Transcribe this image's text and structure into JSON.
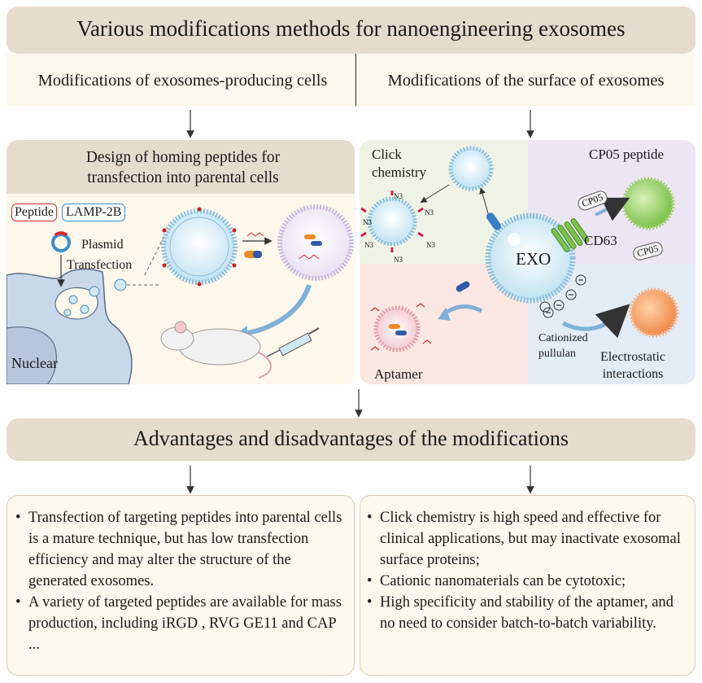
{
  "title": "Various modifications methods for nanoengineering exosomes",
  "left_heading": "Modifications of exosomes-producing cells",
  "right_heading": "Modifications of the surface of exosomes",
  "left_panel": {
    "header": "Design of homing peptides for transfection into parental cells",
    "peptide_tag": "Peptide",
    "lamp_tag": "LAMP-2B",
    "plasmid_label": "Plasmid",
    "transfection_label": "Transfection",
    "nuclear_label": "Nuclear"
  },
  "right_panel": {
    "click_label": "Click chemistry",
    "cp05_title": "CP05 peptide",
    "exo_label": "EXO",
    "cd63_label": "CD63",
    "cp05_tag": "CP05",
    "n3_label": "N3",
    "aptamer_label": "Aptamer",
    "cationized_label": "Cationized pullulan",
    "electrostatic_label": "Electrostatic interactions"
  },
  "adv_title": "Advantages and disadvantages of the modifications",
  "left_bullets": [
    "Transfection of targeting peptides into parental cells is a mature technique, but has low transfection efficiency and may alter the structure of the generated exosomes.",
    "A variety of targeted peptides are available for mass production, including iRGD , RVG GE11 and CAP ..."
  ],
  "right_bullets": [
    "Click chemistry is high speed and effective for clinical applications, but may inactivate exosomal surface proteins;",
    "Cationic nanomaterials can be cytotoxic;",
    "High specificity and stability of the aptamer, and no need to consider batch-to-batch variability."
  ]
}
